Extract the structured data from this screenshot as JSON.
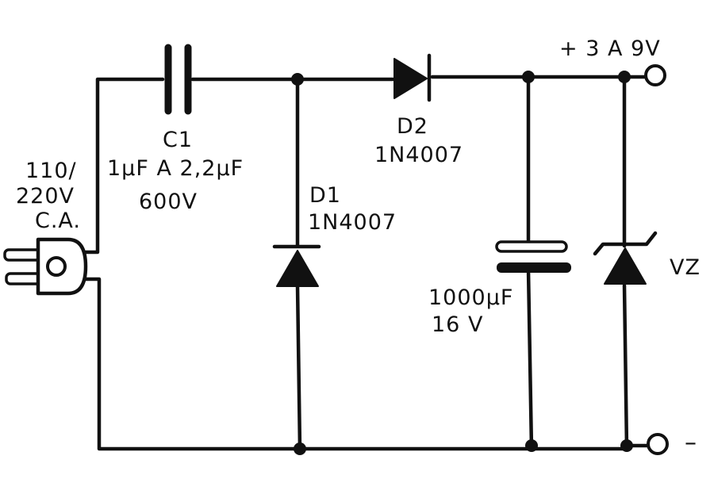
{
  "labels": {
    "output_positive": "+ 3 A 9V",
    "output_negative": "–",
    "c1_name": "C1",
    "c1_value": "1µF A 2,2µF",
    "c1_voltage": "600V",
    "input_voltage_1": "110/",
    "input_voltage_2": "220V",
    "input_type": "C.A.",
    "d1_name": "D1",
    "d1_part": "1N4007",
    "d2_name": "D2",
    "d2_part": "1N4007",
    "c2_value": "1000µF",
    "c2_voltage": "16 V",
    "zener": "VZ"
  }
}
